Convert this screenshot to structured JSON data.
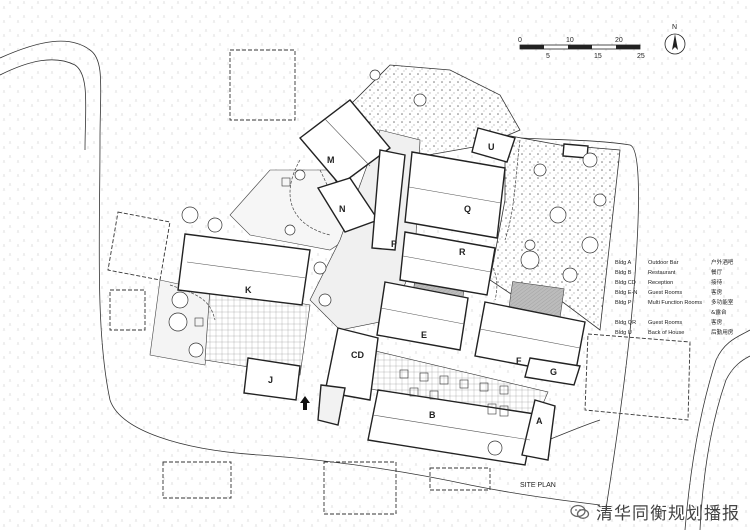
{
  "plan_title": "SITE PLAN",
  "north_label": "N",
  "scale_labels": [
    "0",
    "5",
    "10",
    "15",
    "20",
    "25"
  ],
  "buildings": {
    "A": "A",
    "B": "B",
    "CD": "CD",
    "E": "E",
    "F": "F",
    "G": "G",
    "J": "J",
    "K": "K",
    "M": "M",
    "N": "N",
    "P": "P",
    "Q": "Q",
    "R": "R",
    "U": "U"
  },
  "legend": [
    {
      "code": "Bldg A",
      "name": "Outdoor Bar",
      "zh": "户外酒吧"
    },
    {
      "code": "Bldg B",
      "name": "Restaurant",
      "zh": "餐厅"
    },
    {
      "code": "Bldg CD",
      "name": "Reception",
      "zh": "接待"
    },
    {
      "code": "Bldg E-N",
      "name": "Guest Rooms",
      "zh": "客房"
    },
    {
      "code": "Bldg P",
      "name": "Multi Function Rooms",
      "zh": "多功能室"
    },
    {
      "code": "",
      "name": "",
      "zh": "&露台"
    },
    {
      "code": "Bldg QR",
      "name": "Guest Rooms",
      "zh": "客房"
    },
    {
      "code": "Bldg U",
      "name": "Back of House",
      "zh": "后勤用房"
    }
  ],
  "watermark": "清华同衡规划播报",
  "colors": {
    "line": "#222222",
    "paving": "#cfcfcf",
    "green": "#bdbdbd",
    "accent_fill": "#a8a8a8"
  }
}
